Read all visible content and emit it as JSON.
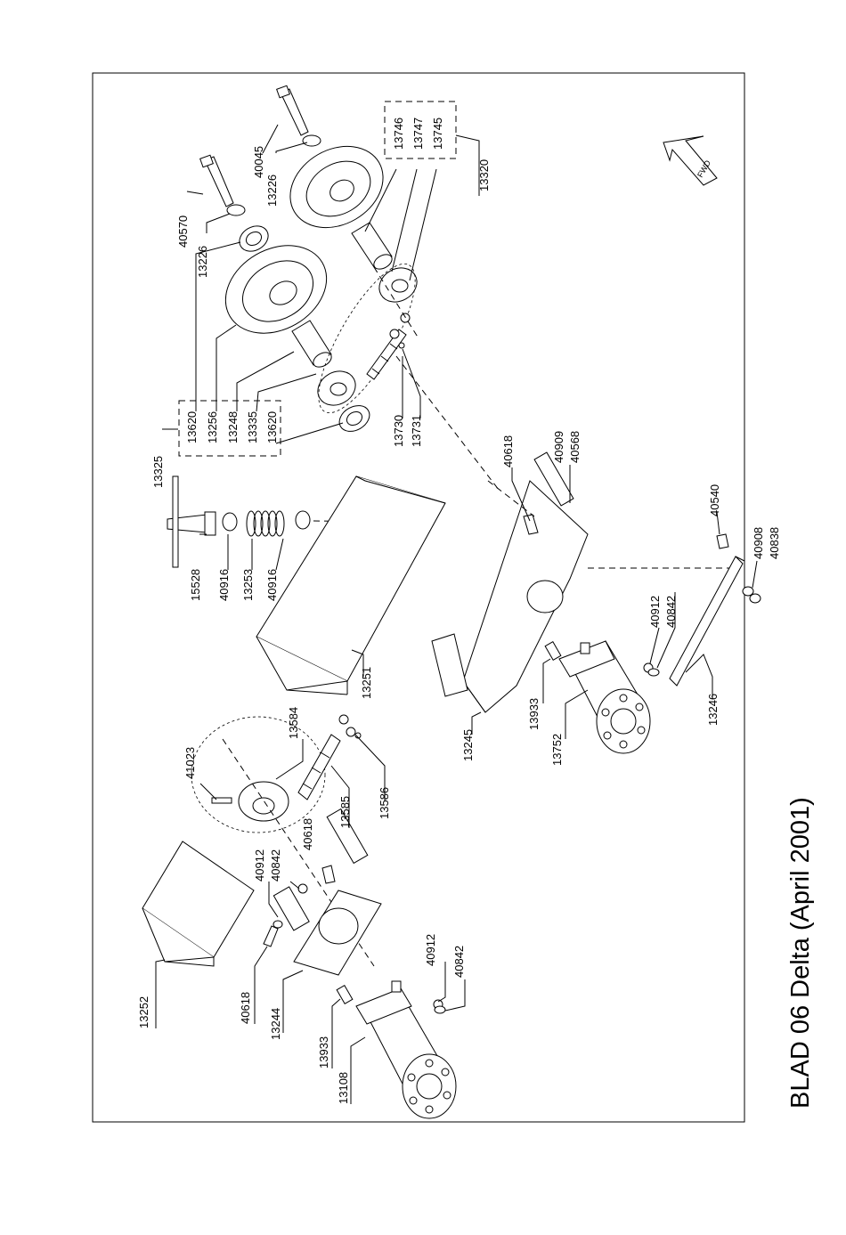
{
  "title": "BLAD 06 Delta (April 2001)",
  "fwd_label": "FWD",
  "part_numbers": {
    "p13325": "13325",
    "p13620a": "13620",
    "p13256": "13256",
    "p13248": "13248",
    "p13335": "13335",
    "p13620b": "13620",
    "p40570": "40570",
    "p13226a": "13226",
    "p40045": "40045",
    "p13226b": "13226",
    "p13746": "13746",
    "p13747": "13747",
    "p13745": "13745",
    "p13320": "13320",
    "p13730": "13730",
    "p13731": "13731",
    "p15528": "15528",
    "p40916a": "40916",
    "p13253": "13253",
    "p40916b": "40916",
    "p13251": "13251",
    "p40618a": "40618",
    "p40909": "40909",
    "p40568": "40568",
    "p40540": "40540",
    "p40908": "40908",
    "p40838": "40838",
    "p40912a": "40912",
    "p40842a": "40842",
    "p13246": "13246",
    "p13245": "13245",
    "p13933a": "13933",
    "p13752": "13752",
    "p41023": "41023",
    "p13584": "13584",
    "p13585": "13585",
    "p13586": "13586",
    "p40618b": "40618",
    "p40912b": "40912",
    "p40842b": "40842",
    "p13252": "13252",
    "p40618c": "40618",
    "p13244": "13244",
    "p13933b": "13933",
    "p13108": "13108",
    "p40912c": "40912",
    "p40842c": "40842"
  }
}
